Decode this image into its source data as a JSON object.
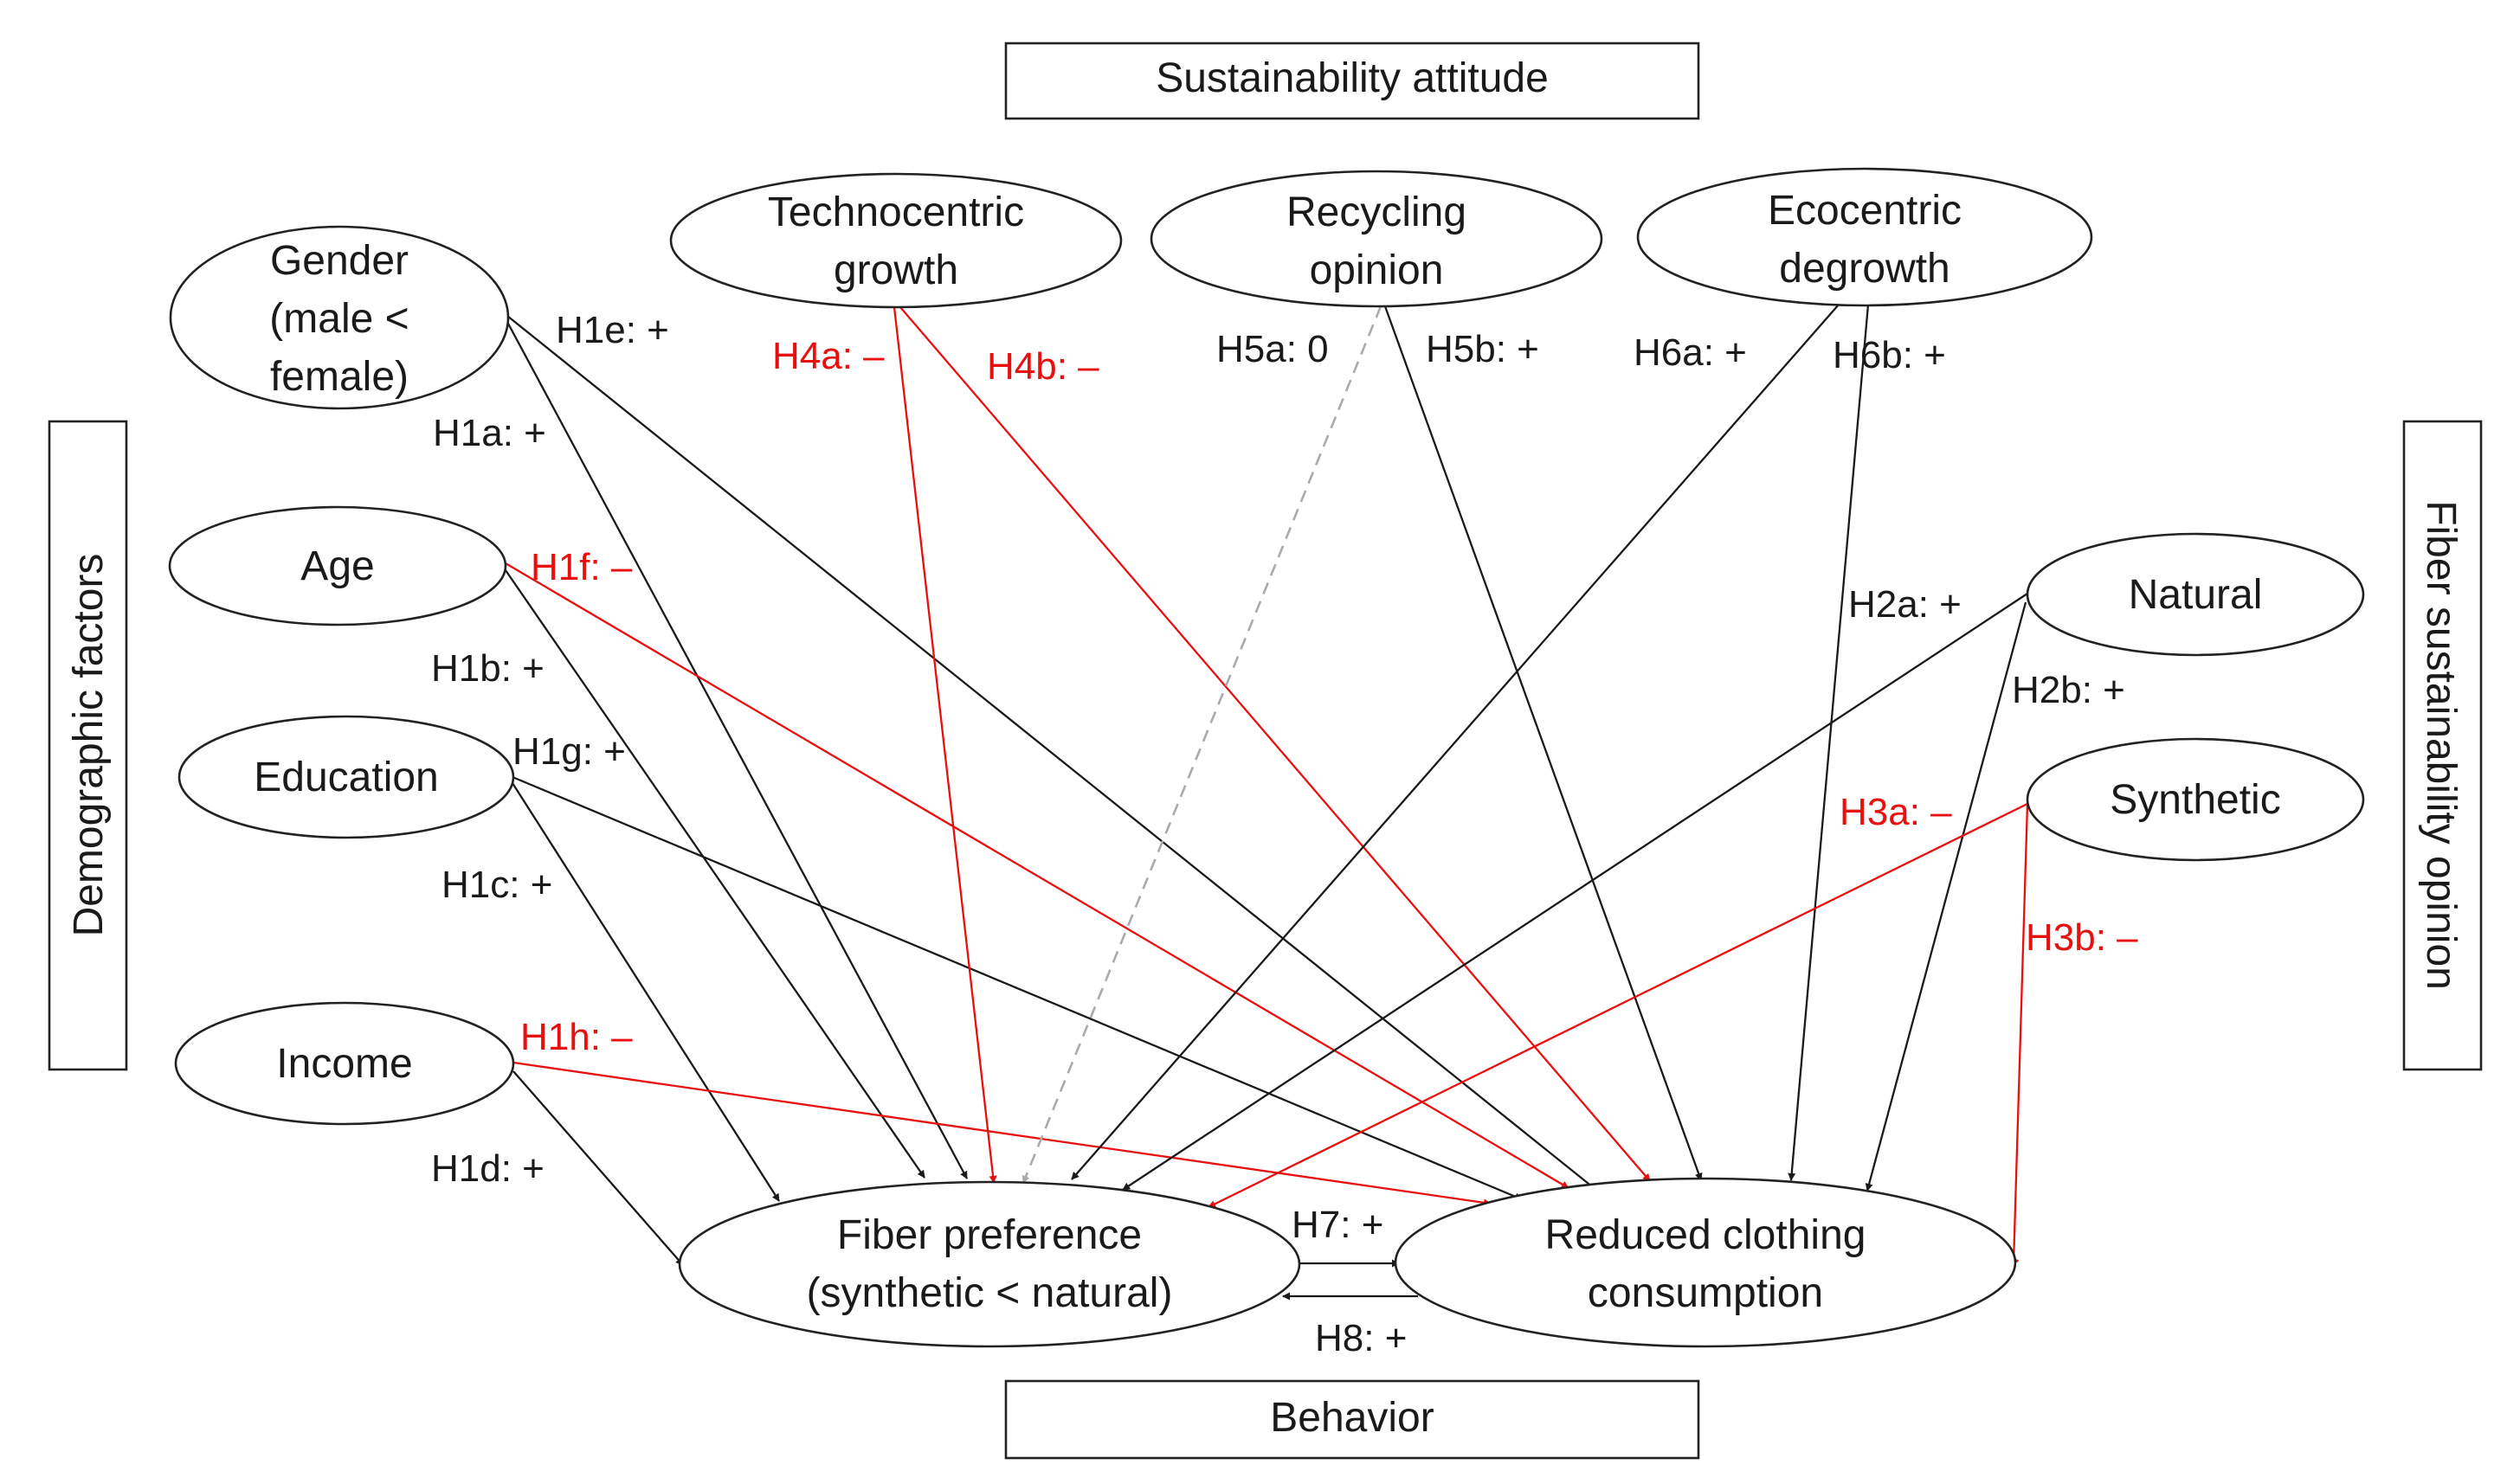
{
  "colors": {
    "positive": "#1a1a1a",
    "negative": "#e8100f",
    "null": "#aaaaaa"
  },
  "groups": {
    "sustainability_attitude": "Sustainability attitude",
    "behavior": "Behavior",
    "demographic_factors": "Demographic factors",
    "fiber_sustainability_opinion": "Fiber sustainability opinion"
  },
  "nodes": {
    "gender": [
      "Gender",
      "(male <",
      "female)"
    ],
    "age": [
      "Age"
    ],
    "education": [
      "Education"
    ],
    "income": [
      "Income"
    ],
    "technocentric": [
      "Technocentric",
      "growth"
    ],
    "recycling": [
      "Recycling",
      "opinion"
    ],
    "ecocentric": [
      "Ecocentric",
      "degrowth"
    ],
    "natural": [
      "Natural"
    ],
    "synthetic": [
      "Synthetic"
    ],
    "fiber_pref": [
      "Fiber preference",
      "(synthetic < natural)"
    ],
    "reduced": [
      "Reduced clothing",
      "consumption"
    ]
  },
  "hypotheses": [
    {
      "id": "h1e",
      "label": "H1e: +",
      "from": "gender",
      "to": "reduced",
      "sign": "positive"
    },
    {
      "id": "h1a",
      "label": "H1a: +",
      "from": "gender",
      "to": "fiber_pref",
      "sign": "positive"
    },
    {
      "id": "h1f",
      "label": "H1f: –",
      "from": "age",
      "to": "reduced",
      "sign": "negative"
    },
    {
      "id": "h1b",
      "label": "H1b: +",
      "from": "age",
      "to": "fiber_pref",
      "sign": "positive"
    },
    {
      "id": "h1g",
      "label": "H1g: +",
      "from": "education",
      "to": "reduced",
      "sign": "positive"
    },
    {
      "id": "h1c",
      "label": "H1c: +",
      "from": "education",
      "to": "fiber_pref",
      "sign": "positive"
    },
    {
      "id": "h1h",
      "label": "H1h: –",
      "from": "income",
      "to": "reduced",
      "sign": "negative"
    },
    {
      "id": "h1d",
      "label": "H1d: +",
      "from": "income",
      "to": "fiber_pref",
      "sign": "positive"
    },
    {
      "id": "h4a",
      "label": "H4a: –",
      "from": "technocentric",
      "to": "fiber_pref",
      "sign": "negative"
    },
    {
      "id": "h4b",
      "label": "H4b: –",
      "from": "technocentric",
      "to": "reduced",
      "sign": "negative"
    },
    {
      "id": "h5a",
      "label": "H5a: 0",
      "from": "recycling",
      "to": "fiber_pref",
      "sign": "null"
    },
    {
      "id": "h5b",
      "label": "H5b: +",
      "from": "recycling",
      "to": "reduced",
      "sign": "positive"
    },
    {
      "id": "h6a",
      "label": "H6a: +",
      "from": "ecocentric",
      "to": "fiber_pref",
      "sign": "positive"
    },
    {
      "id": "h6b",
      "label": "H6b: +",
      "from": "ecocentric",
      "to": "reduced",
      "sign": "positive"
    },
    {
      "id": "h2a",
      "label": "H2a: +",
      "from": "natural",
      "to": "fiber_pref",
      "sign": "positive"
    },
    {
      "id": "h2b",
      "label": "H2b: +",
      "from": "natural",
      "to": "reduced",
      "sign": "positive"
    },
    {
      "id": "h3a",
      "label": "H3a: –",
      "from": "synthetic",
      "to": "fiber_pref",
      "sign": "negative"
    },
    {
      "id": "h3b",
      "label": "H3b: –",
      "from": "synthetic",
      "to": "reduced",
      "sign": "negative"
    },
    {
      "id": "h7",
      "label": "H7: +",
      "from": "fiber_pref",
      "to": "reduced",
      "sign": "positive"
    },
    {
      "id": "h8",
      "label": "H8: +",
      "from": "reduced",
      "to": "fiber_pref",
      "sign": "positive"
    }
  ]
}
